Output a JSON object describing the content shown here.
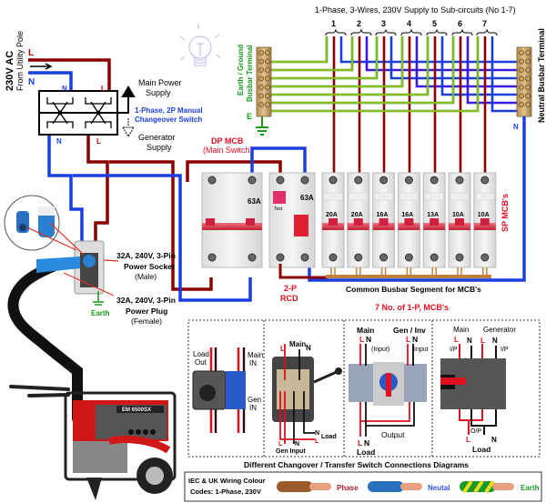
{
  "supply": {
    "title": "230V AC",
    "subtitle": "From Utility Pole",
    "L": "L",
    "N": "N"
  },
  "changeover": {
    "main_power": [
      "Main Power",
      "Supply"
    ],
    "label": [
      "1-Phase, 2P Manual",
      "Changeover Switch"
    ],
    "generator": [
      "Generator",
      "Supply"
    ],
    "N_top": "N",
    "L_top": "L",
    "N_bot": "N",
    "L_bot": "L"
  },
  "subcircuits": {
    "title": "1-Phase, 3-Wires, 230V Supply to Sub-circuits (No 1-7)",
    "numbers": [
      "1",
      "2",
      "3",
      "4",
      "5",
      "6",
      "7"
    ]
  },
  "earth_busbar": {
    "label": [
      "Earth / Ground",
      "Busbar Terminal"
    ],
    "E": "E"
  },
  "neutral_busbar": {
    "label": "Neutral Busbar Terminal",
    "N": "N"
  },
  "dp_mcb": {
    "title": "DP MCB",
    "subtitle": "(Main Switch)",
    "rating": "63A"
  },
  "rcd": {
    "rating": "63A",
    "label": [
      "2-P",
      "RCD"
    ],
    "test": "Test"
  },
  "mcbs": {
    "ratings": [
      "20A",
      "20A",
      "16A",
      "16A",
      "13A",
      "10A",
      "10A"
    ],
    "side_label": "SP MCB's",
    "busbar": "Common Busbar Segment for MCB's",
    "count_label": "7 No. of 1-P, MCB's"
  },
  "socket": {
    "socket_label": [
      "32A, 240V, 3-Pin",
      "Power Socket",
      "(Male)"
    ],
    "plug_label": [
      "32A, 240V, 3-Pin",
      "Power Plug",
      "(Female)"
    ],
    "earth": "Earth"
  },
  "generator": {
    "model": "EM 6500SX"
  },
  "diagrams": {
    "caption": "Different Changover / Transfer Switch Connections Diagrams",
    "d1": {
      "load_out": [
        "Load",
        "Out"
      ],
      "main_in": [
        "Main",
        "IN"
      ],
      "gen_in": [
        "Gen",
        "IN"
      ]
    },
    "d2": {
      "L": "L",
      "main": "Main",
      "N": "N",
      "N_load": "N",
      "load": "Load",
      "L_load": "L",
      "L_gen": "L",
      "N_gen": "N",
      "gen_input": "Gen Input"
    },
    "d3": {
      "main": "Main",
      "gen": "Gen / Inv",
      "L": "L",
      "N": "N",
      "input1": "(Input)",
      "input2": "Input",
      "output": "Output",
      "load": "Load"
    },
    "d4": {
      "main": "Main",
      "generator": "Generator",
      "L": "L",
      "N": "N",
      "ip": "I/P",
      "op": "O/P",
      "load": "Load"
    }
  },
  "legend": {
    "title": [
      "IEC & UK Wiring Colour",
      "Codes: 1-Phase, 230V"
    ],
    "phase": "Phase",
    "neutral": "Neutal",
    "earth": "Earth",
    "colors": {
      "phase": "#9a5a2a",
      "neutral": "#2a6fc0",
      "earth": "#1a9a2a"
    }
  }
}
